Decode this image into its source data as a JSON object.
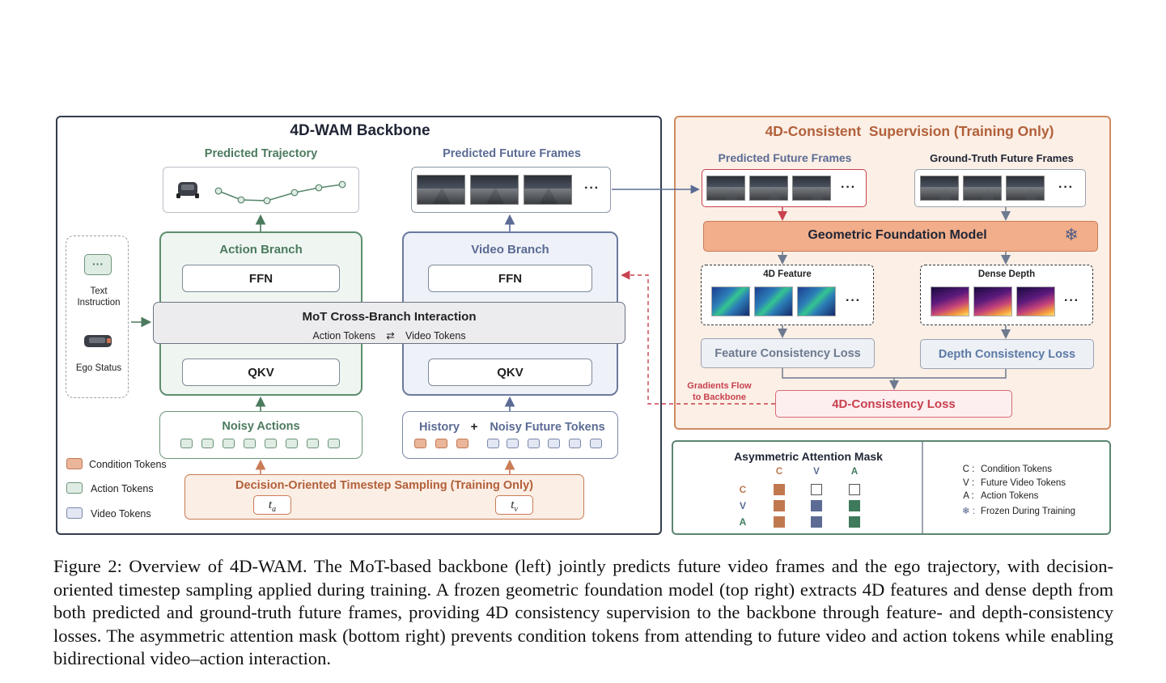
{
  "backbone": {
    "title": "4D-WAM Backbone",
    "predicted_trajectory_label": "Predicted Trajectory",
    "predicted_frames_label": "Predicted Future Frames",
    "frames_ellipsis": "···",
    "action_branch": {
      "title": "Action Branch",
      "ffn": "FFN",
      "qkv": "QKV"
    },
    "video_branch": {
      "title": "Video Branch",
      "ffn": "FFN",
      "qkv": "QKV"
    },
    "mot": {
      "title": "MoT Cross-Branch Interaction",
      "action_tokens": "Action Tokens",
      "swap_symbol": "⇄",
      "video_tokens": "Video Tokens"
    },
    "inputs": {
      "text_instruction": "Text Instruction",
      "ego_status": "Ego Status",
      "text_icon_glyph": "···"
    },
    "noisy_actions": "Noisy Actions",
    "history": "History",
    "plus": "+",
    "noisy_future_tokens": "Noisy Future Tokens",
    "timestep_sampling": "Decision-Oriented Timestep Sampling (Training Only)",
    "t_a": {
      "base": "t",
      "sub": "a"
    },
    "t_v": {
      "base": "t",
      "sub": "v"
    },
    "legend": [
      {
        "label": "Condition Tokens",
        "color": "#eab599"
      },
      {
        "label": "Action Tokens",
        "color": "#dfece3"
      },
      {
        "label": "Video Tokens",
        "color": "#e2e7f3"
      }
    ],
    "gradients_flow": "Gradients Flow\nto Backbone"
  },
  "supervision": {
    "title": "4D-Consistent  Supervision (Training Only)",
    "predicted_frames_label": "Predicted Future Frames",
    "gt_frames_label": "Ground-Truth Future Frames",
    "frames_ellipsis": "···",
    "gfm": "Geometric Foundation Model",
    "snowflake_icon": "❄",
    "feature_label": "4D Feature",
    "depth_label": "Dense Depth",
    "feature_loss": "Feature Consistency Loss",
    "depth_loss": "Depth Consistency Loss",
    "consistency_loss": "4D-Consistency Loss"
  },
  "mask": {
    "title": "Asymmetric Attention Mask",
    "columns": [
      "C",
      "V",
      "A"
    ],
    "rows": [
      {
        "label": "C",
        "cells": [
          "C",
          "empty",
          "empty"
        ]
      },
      {
        "label": "V",
        "cells": [
          "C",
          "V",
          "A"
        ]
      },
      {
        "label": "A",
        "cells": [
          "C",
          "V",
          "A"
        ]
      }
    ],
    "colors": {
      "C": "#c0784f",
      "V": "#5b6b94",
      "A": "#3e7a5c"
    },
    "key": [
      {
        "key": "C :",
        "desc": "Condition Tokens"
      },
      {
        "key": "V :",
        "desc": "Future Video Tokens"
      },
      {
        "key": "A :",
        "desc": "Action Tokens"
      },
      {
        "key": "❄ :",
        "desc": "Frozen During Training"
      }
    ]
  },
  "caption": "Figure 2: Overview of 4D-WAM. The MoT-based backbone (left) jointly predicts future video frames and the ego trajectory, with decision-oriented timestep sampling applied during training. A frozen geometric foundation model (top right) extracts 4D features and dense depth from both predicted and ground-truth future frames, providing 4D consistency supervision to the backbone through feature- and depth-consistency losses. The asymmetric attention mask (bottom right) prevents condition tokens from attending to future video and action tokens while enabling bidirectional video–action interaction."
}
